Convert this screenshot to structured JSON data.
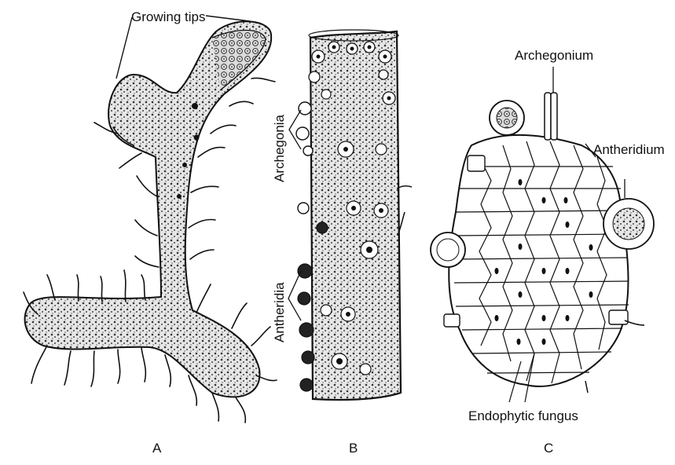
{
  "labels": {
    "growing_tips": "Growing tips",
    "archegonia": "Archegonia",
    "antheridia": "Antheridia",
    "archegonium": "Archegonium",
    "antheridium": "Antheridium",
    "endophytic_fungus": "Endophytic fungus"
  },
  "panels": {
    "a": "A",
    "b": "B",
    "c": "C"
  },
  "colors": {
    "ink": "#111111",
    "stipple": "#d9d9d9",
    "paper": "#ffffff"
  }
}
